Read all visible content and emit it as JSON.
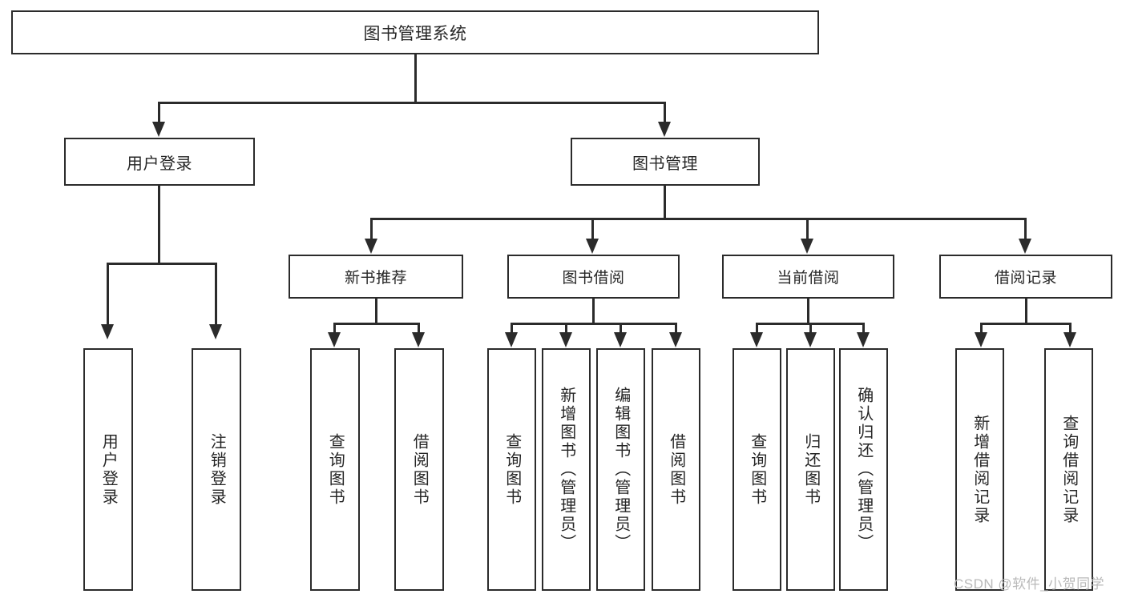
{
  "diagram": {
    "title": "图书管理系统",
    "type": "tree",
    "watermark": "CSDN @软件_小贺同学",
    "root": {
      "label": "图书管理系统"
    },
    "level2": [
      {
        "id": "user-login",
        "label": "用户登录"
      },
      {
        "id": "book-management",
        "label": "图书管理"
      }
    ],
    "level3": [
      {
        "id": "new-book-recommend",
        "label": "新书推荐",
        "parent": "book-management"
      },
      {
        "id": "book-borrow",
        "label": "图书借阅",
        "parent": "book-management"
      },
      {
        "id": "current-borrow",
        "label": "当前借阅",
        "parent": "book-management"
      },
      {
        "id": "borrow-record",
        "label": "借阅记录",
        "parent": "book-management"
      }
    ],
    "leaves": {
      "user_login": [
        {
          "id": "leaf-user-login",
          "label": "用户登录"
        },
        {
          "id": "leaf-logout",
          "label": "注销登录"
        }
      ],
      "new_book_recommend": [
        {
          "id": "leaf-query-book-1",
          "label": "查询图书"
        },
        {
          "id": "leaf-borrow-book-1",
          "label": "借阅图书"
        }
      ],
      "book_borrow": [
        {
          "id": "leaf-query-book-2",
          "label": "查询图书"
        },
        {
          "id": "leaf-add-book",
          "label": "新增图书（管理员）"
        },
        {
          "id": "leaf-edit-book",
          "label": "编辑图书（管理员）"
        },
        {
          "id": "leaf-borrow-book-2",
          "label": "借阅图书"
        }
      ],
      "current_borrow": [
        {
          "id": "leaf-query-book-3",
          "label": "查询图书"
        },
        {
          "id": "leaf-return-book",
          "label": "归还图书"
        },
        {
          "id": "leaf-confirm-return",
          "label": "确认归还（管理员）"
        }
      ],
      "borrow_record": [
        {
          "id": "leaf-add-record",
          "label": "新增借阅记录"
        },
        {
          "id": "leaf-query-record",
          "label": "查询借阅记录"
        }
      ]
    },
    "colors": {
      "border": "#2b2b2b",
      "text": "#262626",
      "background": "#ffffff",
      "watermark": "#b9b9b9"
    }
  }
}
